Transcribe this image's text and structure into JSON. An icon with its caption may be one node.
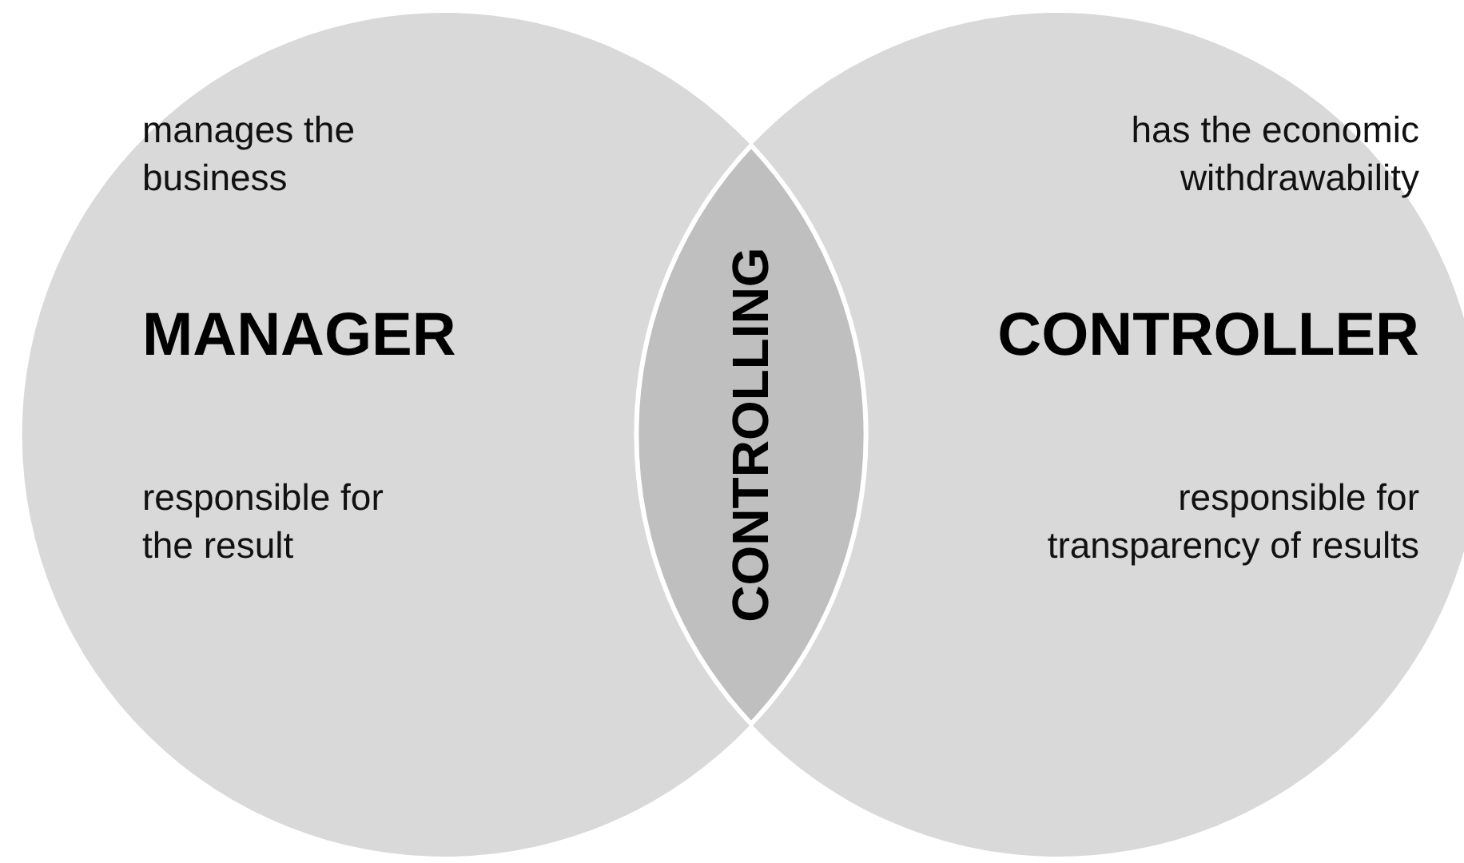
{
  "diagram": {
    "nodes": [
      {
        "text": [
          "manages the business",
          "MANAGER",
          "responsible for the result"
        ]
      },
      {
        "text": [
          "CONTROLLING"
        ]
      },
      {
        "text": [
          "has the economic withdrawability",
          "CONTROLLER",
          "responsible for transparency of results"
        ]
      }
    ],
    "edges": []
  }
}
